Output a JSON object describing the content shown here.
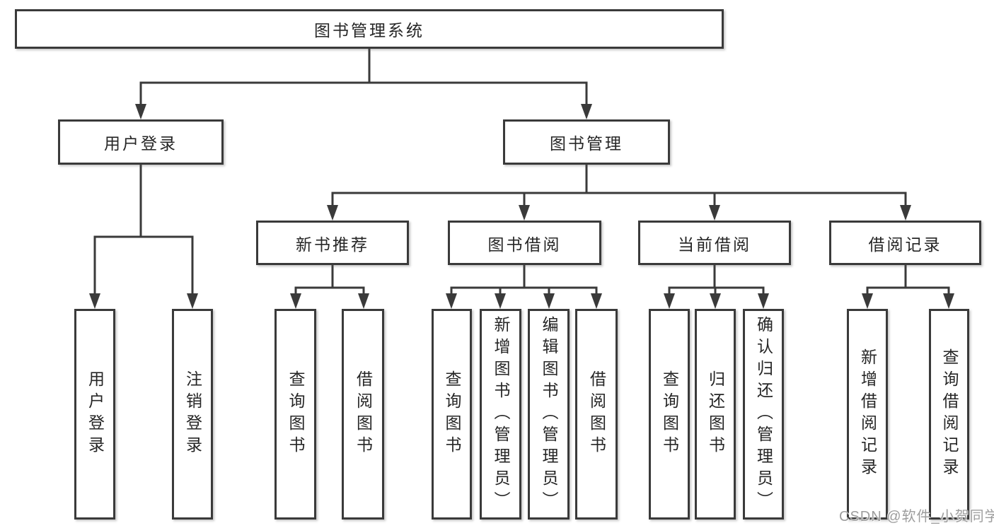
{
  "diagram_title": "图书管理系统",
  "tree": {
    "label": "图书管理系统",
    "children": [
      {
        "label": "用户登录",
        "children": [
          {
            "label": "用户登录"
          },
          {
            "label": "注销登录"
          }
        ]
      },
      {
        "label": "图书管理",
        "children": [
          {
            "label": "新书推荐",
            "children": [
              {
                "label": "查询图书"
              },
              {
                "label": "借阅图书"
              }
            ]
          },
          {
            "label": "图书借阅",
            "children": [
              {
                "label": "查询图书"
              },
              {
                "label": "新增图书（管理员）"
              },
              {
                "label": "编辑图书（管理员）"
              },
              {
                "label": "借阅图书"
              }
            ]
          },
          {
            "label": "当前借阅",
            "children": [
              {
                "label": "查询图书"
              },
              {
                "label": "归还图书"
              },
              {
                "label": "确认归还（管理员）"
              }
            ]
          },
          {
            "label": "借阅记录",
            "children": [
              {
                "label": "新增借阅记录"
              },
              {
                "label": "查询借阅记录"
              }
            ]
          }
        ]
      }
    ]
  },
  "watermark": {
    "text": "CSDN @软件_小贺同学"
  },
  "colors": {
    "background": "#ffffff",
    "line": "#3a3a3a",
    "box_border": "#3a3a3a",
    "box_fill": "#ffffff",
    "text": "#262626",
    "watermark": "#9d9d9d"
  }
}
